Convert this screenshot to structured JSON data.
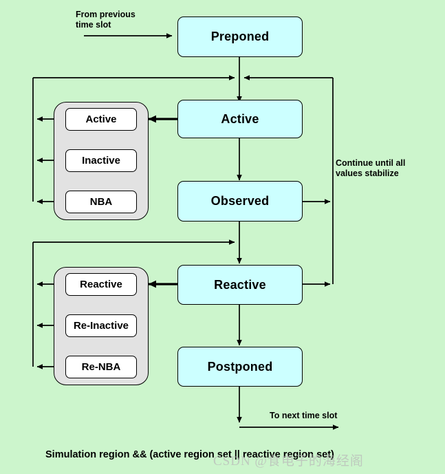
{
  "diagram": {
    "title_caption": "Simulation region && (active region set || reactive region set)",
    "watermark": "CSDN @食电子的海经阁",
    "background_color": "#ccf5cc",
    "main_box_color": "#ccffff",
    "group_box_color": "#e2e2e2",
    "sub_box_color": "#ffffff",
    "stroke_color": "#000000"
  },
  "main_nodes": [
    {
      "id": "preponed",
      "label": "Preponed"
    },
    {
      "id": "active",
      "label": "Active"
    },
    {
      "id": "observed",
      "label": "Observed"
    },
    {
      "id": "reactive",
      "label": "Reactive"
    },
    {
      "id": "postponed",
      "label": "Postponed"
    }
  ],
  "active_group": {
    "name": "active-region-group",
    "items": [
      {
        "id": "active-sub",
        "label": "Active"
      },
      {
        "id": "inactive-sub",
        "label": "Inactive"
      },
      {
        "id": "nba-sub",
        "label": "NBA"
      }
    ]
  },
  "reactive_group": {
    "name": "reactive-region-group",
    "items": [
      {
        "id": "reactive-sub",
        "label": "Reactive"
      },
      {
        "id": "re-inactive-sub",
        "label": "Re-Inactive"
      },
      {
        "id": "re-nba-sub",
        "label": "Re-NBA"
      }
    ]
  },
  "annotations": [
    {
      "id": "from-previous",
      "text": "From previous\ntime slot"
    },
    {
      "id": "continue-until",
      "text": "Continue until all\nvalues stabilize"
    },
    {
      "id": "to-next",
      "text": "To next time slot"
    }
  ]
}
